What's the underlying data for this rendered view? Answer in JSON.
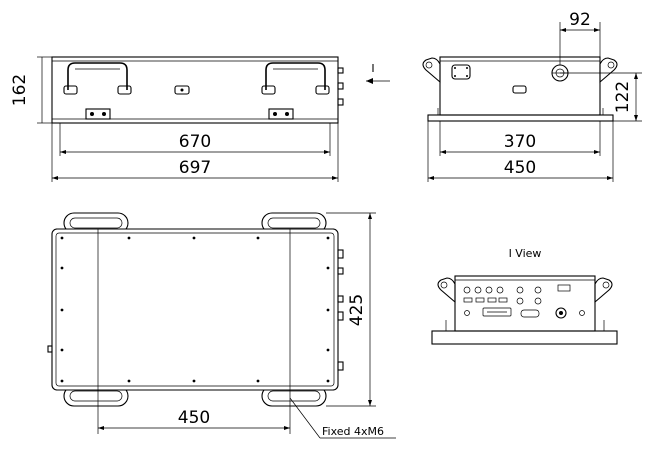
{
  "dimensions": {
    "front_height": "162",
    "front_inner_width": "670",
    "front_outer_width": "697",
    "side_hole_offset": "92",
    "side_hole_height": "122",
    "side_inner_width": "370",
    "side_outer_width": "450",
    "top_depth": "425",
    "top_mount_spacing": "450"
  },
  "labels": {
    "view_arrow": "I",
    "view_title": "I View",
    "mount_note": "Fixed 4xM6"
  }
}
